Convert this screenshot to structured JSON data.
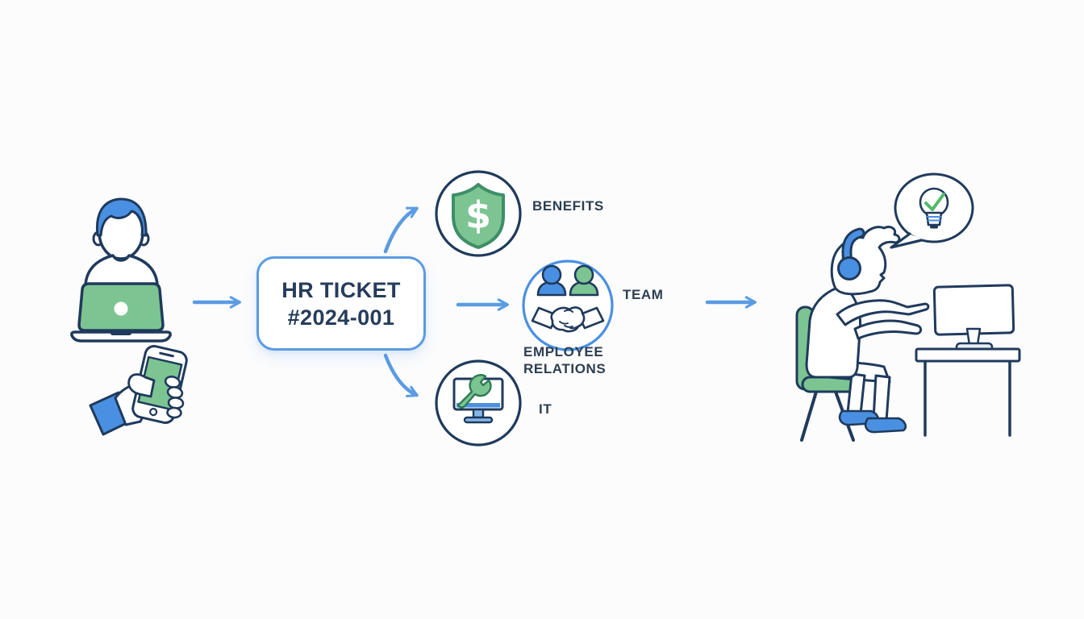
{
  "canvas": {
    "background": "#FCFCFD"
  },
  "palette": {
    "outline_navy": "#1F3A5C",
    "accent_blue": "#4A90E2",
    "arrow_blue": "#5B9BE2",
    "fill_green": "#7CC592",
    "dark_green": "#3E8E68",
    "check_green": "#53B96A",
    "label_text": "#2C3E50",
    "ticket_text": "#263C5A",
    "ticket_border": "#5B9BE2"
  },
  "ticket": {
    "line1": "HR TICKET",
    "line2": "#2024-001"
  },
  "categories": {
    "benefits": {
      "label": "BENEFITS",
      "icon": "shield-dollar-icon",
      "symbol": "$"
    },
    "employee_relations": {
      "side_label": "TEAM",
      "below_label": "EMPLOYEE RELATIONS",
      "icon": "people-handshake-icon"
    },
    "it": {
      "label": "IT",
      "icon": "monitor-wrench-icon"
    }
  },
  "illustrations": {
    "left_top": "employee-at-laptop",
    "left_bottom": "hand-holding-phone",
    "right": "support-agent-at-desk",
    "bubble": "lightbulb-check-idea-bubble"
  }
}
